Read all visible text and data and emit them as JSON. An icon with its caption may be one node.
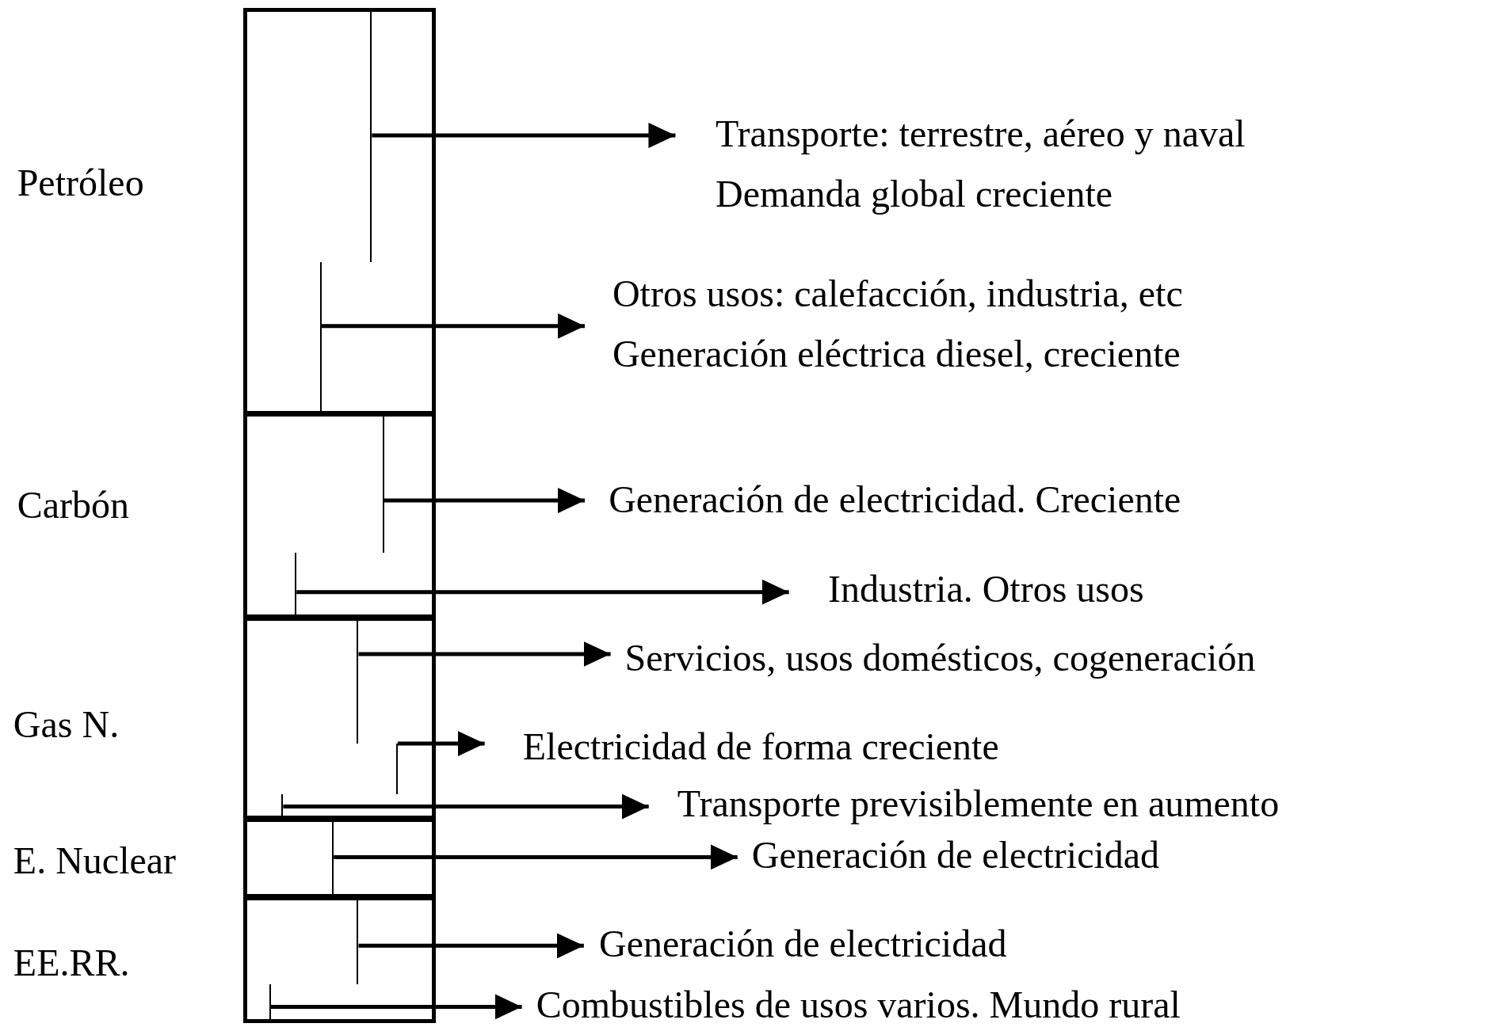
{
  "diagram": {
    "nodes": [
      {
        "text": [
          "Petróleo"
        ]
      },
      {
        "text": [
          "Carbón"
        ]
      },
      {
        "text": [
          "Gas N."
        ]
      },
      {
        "text": [
          "E. Nuclear"
        ]
      },
      {
        "text": [
          "EE.RR."
        ]
      },
      {
        "text": [],
        "shape": "bar",
        "in": 0
      },
      {
        "text": [],
        "shape": "bar",
        "in": 0
      },
      {
        "text": [],
        "shape": "bar",
        "in": 1
      },
      {
        "text": [],
        "shape": "bar",
        "in": 1
      },
      {
        "text": [],
        "shape": "bar",
        "in": 2
      },
      {
        "text": [],
        "shape": "bar",
        "in": 2
      },
      {
        "text": [],
        "shape": "bar",
        "in": 2
      },
      {
        "text": [],
        "shape": "bar",
        "in": 3
      },
      {
        "text": [],
        "shape": "bar",
        "in": 4
      },
      {
        "text": [],
        "shape": "bar",
        "in": 4
      },
      {
        "text": [
          "Transporte: terrestre, aéreo y naval",
          "Demanda global creciente"
        ]
      },
      {
        "text": [
          "Otros usos: calefacción, industria, etc",
          "Generación eléctrica diesel, creciente"
        ]
      },
      {
        "text": [
          "Generación de electricidad. Creciente"
        ]
      },
      {
        "text": [
          "Industria. Otros usos"
        ]
      },
      {
        "text": [
          "Servicios, usos domésticos, cogeneración"
        ]
      },
      {
        "text": [
          "Electricidad de forma creciente"
        ]
      },
      {
        "text": [
          "Transporte previsiblemente en aumento"
        ]
      },
      {
        "text": [
          "Generación de electricidad"
        ]
      },
      {
        "text": [
          "Generación de electricidad"
        ]
      },
      {
        "text": [
          "Combustibles de usos varios. Mundo rural"
        ]
      }
    ],
    "edges": [
      {
        "from": 5,
        "to": 15,
        "arrow": "to"
      },
      {
        "from": 6,
        "to": 16,
        "arrow": "to"
      },
      {
        "from": 7,
        "to": 17,
        "arrow": "to"
      },
      {
        "from": 8,
        "to": 18,
        "arrow": "to"
      },
      {
        "from": 9,
        "to": 19,
        "arrow": "to"
      },
      {
        "from": 10,
        "to": 20,
        "arrow": "to"
      },
      {
        "from": 11,
        "to": 21,
        "arrow": "to"
      },
      {
        "from": 12,
        "to": 22,
        "arrow": "to"
      },
      {
        "from": 13,
        "to": 23,
        "arrow": "to"
      },
      {
        "from": 14,
        "to": 24,
        "arrow": "to"
      }
    ]
  }
}
